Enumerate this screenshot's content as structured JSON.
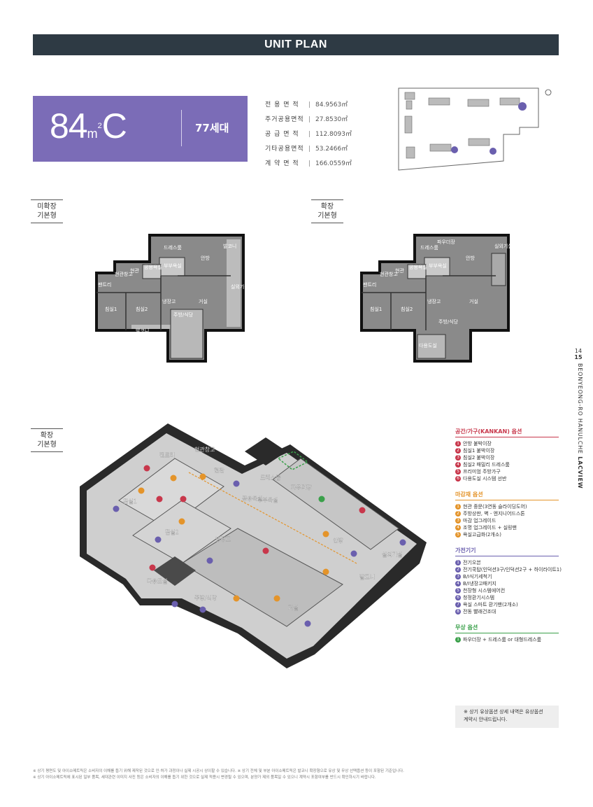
{
  "header": {
    "title": "UNIT PLAN"
  },
  "unit": {
    "number": "84",
    "unit_suffix": "m",
    "unit_sup": "2",
    "type_letter": "C",
    "households": "77세대"
  },
  "areas": [
    {
      "label": "전 용 면 적",
      "value": "84.9563㎡"
    },
    {
      "label": "주거공용면적",
      "value": "27.8530㎡"
    },
    {
      "label": "공 급 면 적",
      "value": "112.8093㎡"
    },
    {
      "label": "기타공용면적",
      "value": "53.2466㎡"
    },
    {
      "label": "계 약 면 적",
      "value": "166.0559㎡"
    }
  ],
  "tags": {
    "basic_unextended": [
      "미확장",
      "기본형"
    ],
    "basic_extended": [
      "확장",
      "기본형"
    ],
    "iso_extended": [
      "확장",
      "기본형"
    ]
  },
  "plan_labels": {
    "unextended": [
      "드레스룸",
      "발코니",
      "현관",
      "현관창고",
      "팬트리",
      "공용욕실",
      "부부욕실",
      "안방",
      "침실1",
      "침실2",
      "냉장고",
      "주방/식당",
      "거실",
      "발코니",
      "실외기실"
    ],
    "extended": [
      "드레스룸",
      "파우더장",
      "현관",
      "현관창고",
      "팬트리",
      "공용욕실",
      "부부욕실",
      "안방",
      "침실1",
      "침실2",
      "냉장고",
      "주방/식당",
      "거실",
      "실외기실",
      "다용도실"
    ]
  },
  "iso_labels": [
    "팬트리",
    "현관창고",
    "현관",
    "공용욕실",
    "부부욕실",
    "드레스룸",
    "파우더장",
    "침실1",
    "침실2",
    "냉장고",
    "안방",
    "실외기실",
    "발코니",
    "다용도실",
    "주방/식당",
    "거실"
  ],
  "side": {
    "page_top": "14",
    "page_bottom": "15",
    "brand_light": "BEONYEONG-RO HANULCHE ",
    "brand_bold": "LACVIEW"
  },
  "options": [
    {
      "title": "공간/가구(KANKAN) 옵션",
      "color": "#c8374b",
      "items": [
        "안방 붙박이장",
        "침실1 붙박이장",
        "침실2 붙박이장",
        "침실2 패밀리 드레스룸",
        "프리미엄 주방가구",
        "다용도실 시스템 선반"
      ]
    },
    {
      "title": "마감재 옵션",
      "color": "#e4942a",
      "items": [
        "현관 중문(3연동 슬라이딩도어)",
        "주방상판, 벽 - 엔지니어드스톤",
        "마감 업그레이드",
        "조명 업그레이드 + 실링팬",
        "욕실고급화(2개소)"
      ]
    },
    {
      "title": "가전기기",
      "color": "#6a5fae",
      "items": [
        "전기오븐",
        "전기쿡탑(인덕션3구/인덕션2구 + 하이라이트1)",
        "B/I식기세척기",
        "B/I냉장고패키지",
        "천장형 시스템에어컨",
        "청정환기시스템",
        "욕실 스마트 환기팬(2개소)",
        "전동 빨래건조대"
      ]
    },
    {
      "title": "무상 옵션",
      "color": "#3aa04a",
      "items": [
        "파우더장 + 드레스룸 or 대형드레스룸"
      ]
    }
  ],
  "note": [
    "※ 상기 유상옵션 상세 내역은 유상옵션",
    "계약시 안내드립니다."
  ],
  "footnotes": [
    "※ 상기 평면도 및 아이소메트릭은 소비자의 이해를 돕기 위해 제작된 것으로 인·허가 과정이나 실제 시공시 상이할 수 있습니다. ※ 상기 전체 및 부분 아이소메트릭은 발코니 확장형으로 유상 및 무상 선택옵션 등이 포함된 기준입니다.",
    "※ 상기 아이소메트릭에 표시된 일부 품목, 세대관련 이미지 사진 등은 소비자의 이해를 돕기 위한 것으로 실제 적용시 변경될 수 있으며, 분양가 제외 품목일 수 있으니 계약시 포함여부를 반드시 확인하시기 바랍니다."
  ],
  "colors": {
    "accent_purple": "#7b6cb7",
    "header_bg": "#2e3a44"
  }
}
